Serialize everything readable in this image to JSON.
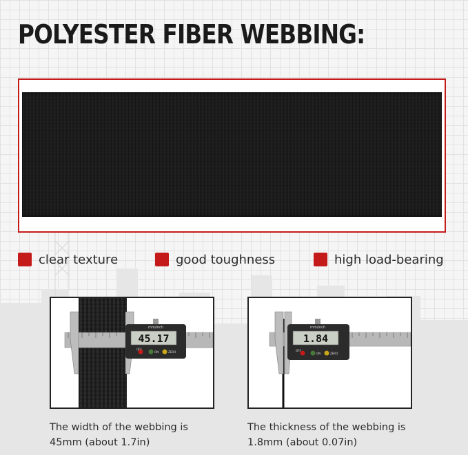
{
  "title": "POLYESTER FIBER WEBBING:",
  "colors": {
    "accent": "#c41a1a",
    "webbing": "#555555",
    "text": "#2a2a2a"
  },
  "features": [
    {
      "label": "clear texture"
    },
    {
      "label": "good toughness"
    },
    {
      "label": "high load-bearing"
    }
  ],
  "measurements": [
    {
      "display": "45.17",
      "unit_label": "mm/inch",
      "buttons": [
        "OFF",
        "ON",
        "ZERO"
      ],
      "caption_line1": "The width of the webbing is",
      "caption_line2": "45mm (about 1.7in)"
    },
    {
      "display": "1.84",
      "unit_label": "mm/inch",
      "buttons": [
        "OFF",
        "ON",
        "ZERO"
      ],
      "caption_line1": "The thickness of the webbing is",
      "caption_line2": "1.8mm (about 0.07in)"
    }
  ]
}
